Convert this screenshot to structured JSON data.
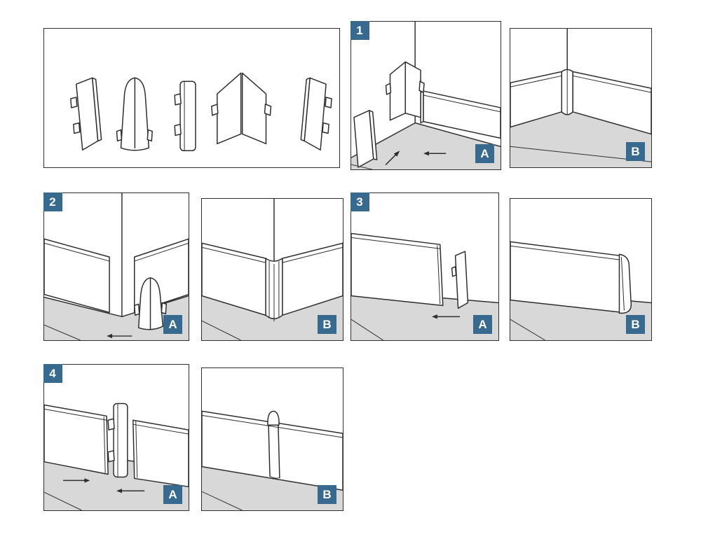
{
  "palette": {
    "background": "#ffffff",
    "line": "#2e2e2e",
    "floor": "#d8d8d8",
    "badge_bg": "#38698f",
    "badge_text": "#ffffff"
  },
  "overview": {
    "parts": [
      {
        "icon": "end-cap-left-icon"
      },
      {
        "icon": "outside-corner-icon"
      },
      {
        "icon": "connector-icon"
      },
      {
        "icon": "inside-corner-icon"
      },
      {
        "icon": "end-cap-right-icon"
      }
    ]
  },
  "steps": [
    {
      "number": "1",
      "panels": [
        {
          "label": "A"
        },
        {
          "label": "B"
        }
      ]
    },
    {
      "number": "2",
      "panels": [
        {
          "label": "A"
        },
        {
          "label": "B"
        }
      ]
    },
    {
      "number": "3",
      "panels": [
        {
          "label": "A"
        },
        {
          "label": "B"
        }
      ]
    },
    {
      "number": "4",
      "panels": [
        {
          "label": "A"
        },
        {
          "label": "B"
        }
      ]
    }
  ]
}
